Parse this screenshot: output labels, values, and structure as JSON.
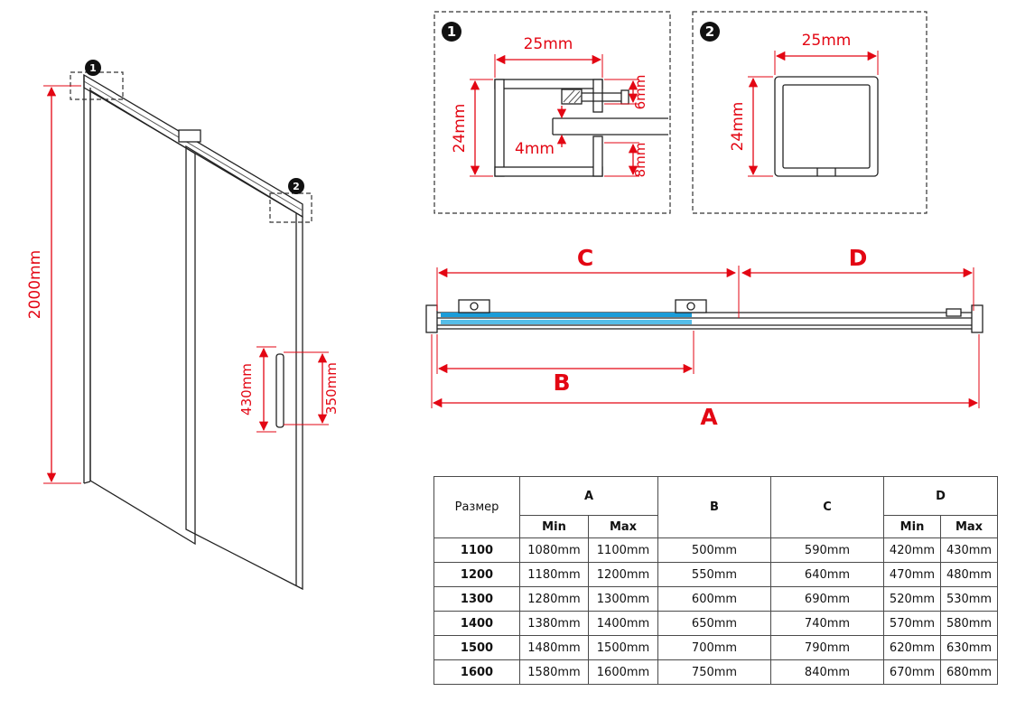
{
  "colors": {
    "dimension_red": "#e30613",
    "glass_blue_dark": "#1b9cd8",
    "glass_blue_light": "#55bde8",
    "line_black": "#222222",
    "table_header_gray": "#d9d9d9"
  },
  "door": {
    "marker1": "1",
    "marker2": "2",
    "height": "2000mm",
    "dim430": "430mm",
    "dim350": "350mm"
  },
  "detail1": {
    "marker": "1",
    "width": "25mm",
    "height": "24mm",
    "top": "6mm",
    "slot": "4mm",
    "bottom": "8mm"
  },
  "detail2": {
    "marker": "2",
    "width": "25mm",
    "height": "24mm"
  },
  "section": {
    "a": "A",
    "b": "B",
    "c": "C",
    "d": "D"
  },
  "table": {
    "size_header": "Размер",
    "a": "A",
    "b": "B",
    "c": "C",
    "d": "D",
    "min": "Min",
    "max": "Max",
    "rows": [
      {
        "size": "1100",
        "a_min": "1080mm",
        "a_max": "1100mm",
        "b": "500mm",
        "c": "590mm",
        "d_min": "420mm",
        "d_max": "430mm"
      },
      {
        "size": "1200",
        "a_min": "1180mm",
        "a_max": "1200mm",
        "b": "550mm",
        "c": "640mm",
        "d_min": "470mm",
        "d_max": "480mm"
      },
      {
        "size": "1300",
        "a_min": "1280mm",
        "a_max": "1300mm",
        "b": "600mm",
        "c": "690mm",
        "d_min": "520mm",
        "d_max": "530mm"
      },
      {
        "size": "1400",
        "a_min": "1380mm",
        "a_max": "1400mm",
        "b": "650mm",
        "c": "740mm",
        "d_min": "570mm",
        "d_max": "580mm"
      },
      {
        "size": "1500",
        "a_min": "1480mm",
        "a_max": "1500mm",
        "b": "700mm",
        "c": "790mm",
        "d_min": "620mm",
        "d_max": "630mm"
      },
      {
        "size": "1600",
        "a_min": "1580mm",
        "a_max": "1600mm",
        "b": "750mm",
        "c": "840mm",
        "d_min": "670mm",
        "d_max": "680mm"
      }
    ]
  }
}
